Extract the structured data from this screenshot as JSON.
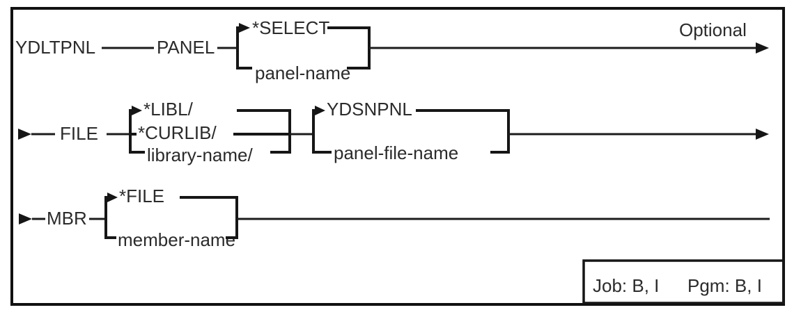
{
  "syntax": {
    "command": "YDLTPNL",
    "optional_label": "Optional",
    "panel": {
      "keyword": "PANEL",
      "options": [
        "*SELECT",
        "panel-name"
      ]
    },
    "file": {
      "keyword": "FILE",
      "library_options": [
        "*LIBL/",
        "*CURLIB/",
        "library-name/"
      ],
      "file_options": [
        "YDSNPNL",
        "panel-file-name"
      ]
    },
    "mbr": {
      "keyword": "MBR",
      "options": [
        "*FILE",
        "member-name"
      ]
    },
    "footer": {
      "job": "Job: B, I",
      "pgm": "Pgm: B, I"
    }
  },
  "colors": {
    "line": "#1c1c1c",
    "text": "#2b2b2b",
    "background": "#ffffff",
    "border": "#111111"
  }
}
